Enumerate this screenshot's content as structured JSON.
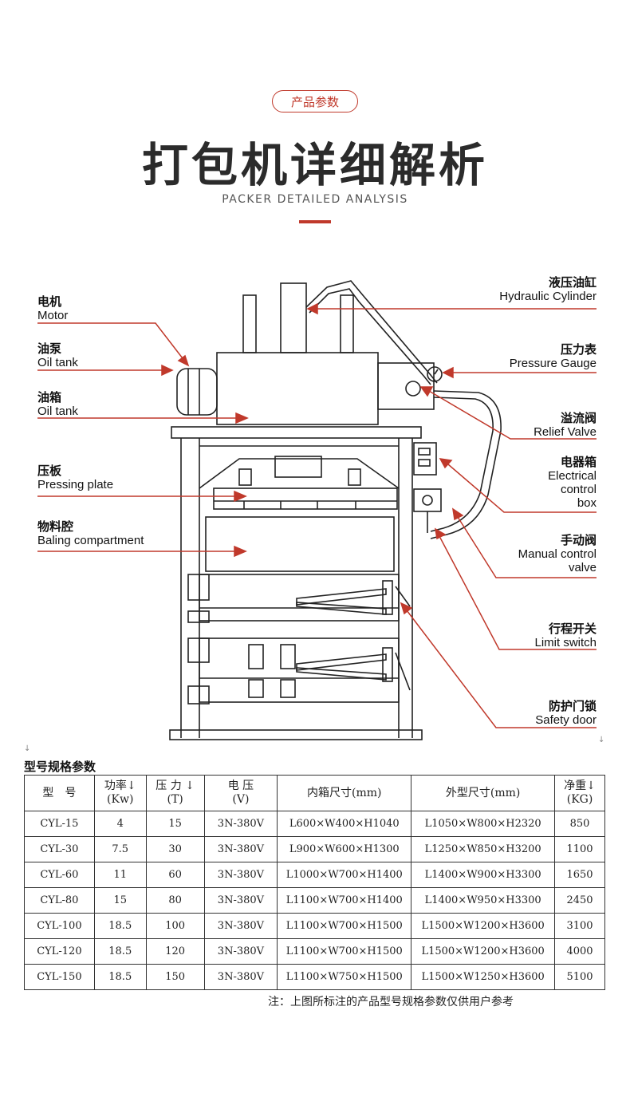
{
  "header": {
    "badge": "产品参数",
    "title": "打包机详细解析",
    "subtitle": "PACKER DETAILED ANALYSIS"
  },
  "diagram": {
    "left_labels": [
      {
        "cn": "电机",
        "en": "Motor"
      },
      {
        "cn": "油泵",
        "en": "Oil tank"
      },
      {
        "cn": "油箱",
        "en": "Oil tank"
      },
      {
        "cn": "压板",
        "en": "Pressing plate"
      },
      {
        "cn": "物料腔",
        "en": "Baling compartment"
      }
    ],
    "right_labels": [
      {
        "cn": "液压油缸",
        "en": "Hydraulic Cylinder"
      },
      {
        "cn": "压力表",
        "en": "Pressure Gauge"
      },
      {
        "cn": "溢流阀",
        "en": "Relief Valve"
      },
      {
        "cn": "电器箱",
        "en1": "Electrical",
        "en2": "control",
        "en3": "box"
      },
      {
        "cn": "手动阀",
        "en1": "Manual control",
        "en2": "valve"
      },
      {
        "cn": "行程开关",
        "en": "Limit switch"
      },
      {
        "cn": "防护门锁",
        "en": "Safety door"
      }
    ],
    "accent_color": "#c0392b"
  },
  "spec": {
    "title": "型号规格参数",
    "headers": [
      {
        "l1": "型　号"
      },
      {
        "l1": "功率↓",
        "l2": "(Kw)"
      },
      {
        "l1": "压 力 ↓",
        "l2": "(T)"
      },
      {
        "l1": "电 压",
        "l2": "(V)"
      },
      {
        "l1": "内箱尺寸(mm)"
      },
      {
        "l1": "外型尺寸(mm)"
      },
      {
        "l1": "净重↓",
        "l2": "(KG)"
      }
    ],
    "rows": [
      [
        "CYL-15",
        "4",
        "15",
        "3N-380V",
        "L600×W400×H1040",
        "L1050×W800×H2320",
        "850"
      ],
      [
        "CYL-30",
        "7.5",
        "30",
        "3N-380V",
        "L900×W600×H1300",
        "L1250×W850×H3200",
        "1100"
      ],
      [
        "CYL-60",
        "11",
        "60",
        "3N-380V",
        "L1000×W700×H1400",
        "L1400×W900×H3300",
        "1650"
      ],
      [
        "CYL-80",
        "15",
        "80",
        "3N-380V",
        "L1100×W700×H1400",
        "L1400×W950×H3300",
        "2450"
      ],
      [
        "CYL-100",
        "18.5",
        "100",
        "3N-380V",
        "L1100×W700×H1500",
        "L1500×W1200×H3600",
        "3100"
      ],
      [
        "CYL-120",
        "18.5",
        "120",
        "3N-380V",
        "L1100×W700×H1500",
        "L1500×W1200×H3600",
        "4000"
      ],
      [
        "CYL-150",
        "18.5",
        "150",
        "3N-380V",
        "L1100×W750×H1500",
        "L1500×W1250×H3600",
        "5100"
      ]
    ],
    "note": "注：上图所标注的产品型号规格参数仅供用户参考"
  }
}
